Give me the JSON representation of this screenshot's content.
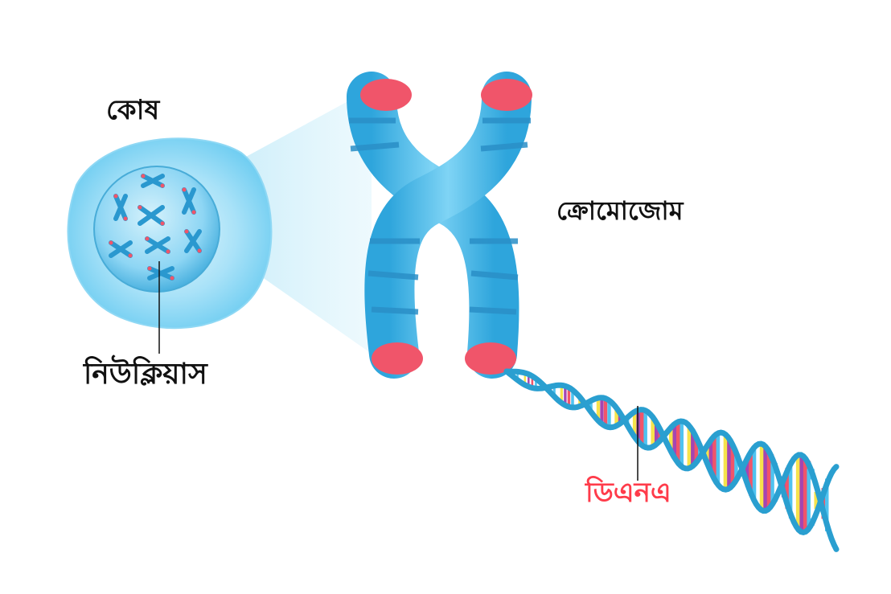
{
  "labels": {
    "cell": "কোষ",
    "chromosome": "ক্রোমোজোম",
    "nucleus": "নিউক্লিয়াস",
    "dna": "ডিএনএ"
  },
  "colors": {
    "cell_body": "#7fd3f3",
    "nucleus": "#4fb3e0",
    "chromosome_body": "#3fb6e6",
    "chromosome_band": "#2a8fc7",
    "telomere": "#f0556a",
    "zoom_cone": "#cdeefa",
    "dna_backbone": "#2a9fd0",
    "dna_label": "#ff3b4a",
    "base_pair_colors": [
      "#f6e34b",
      "#a445b2",
      "#f0556a",
      "#4fc3f0",
      "#ffffff"
    ]
  }
}
